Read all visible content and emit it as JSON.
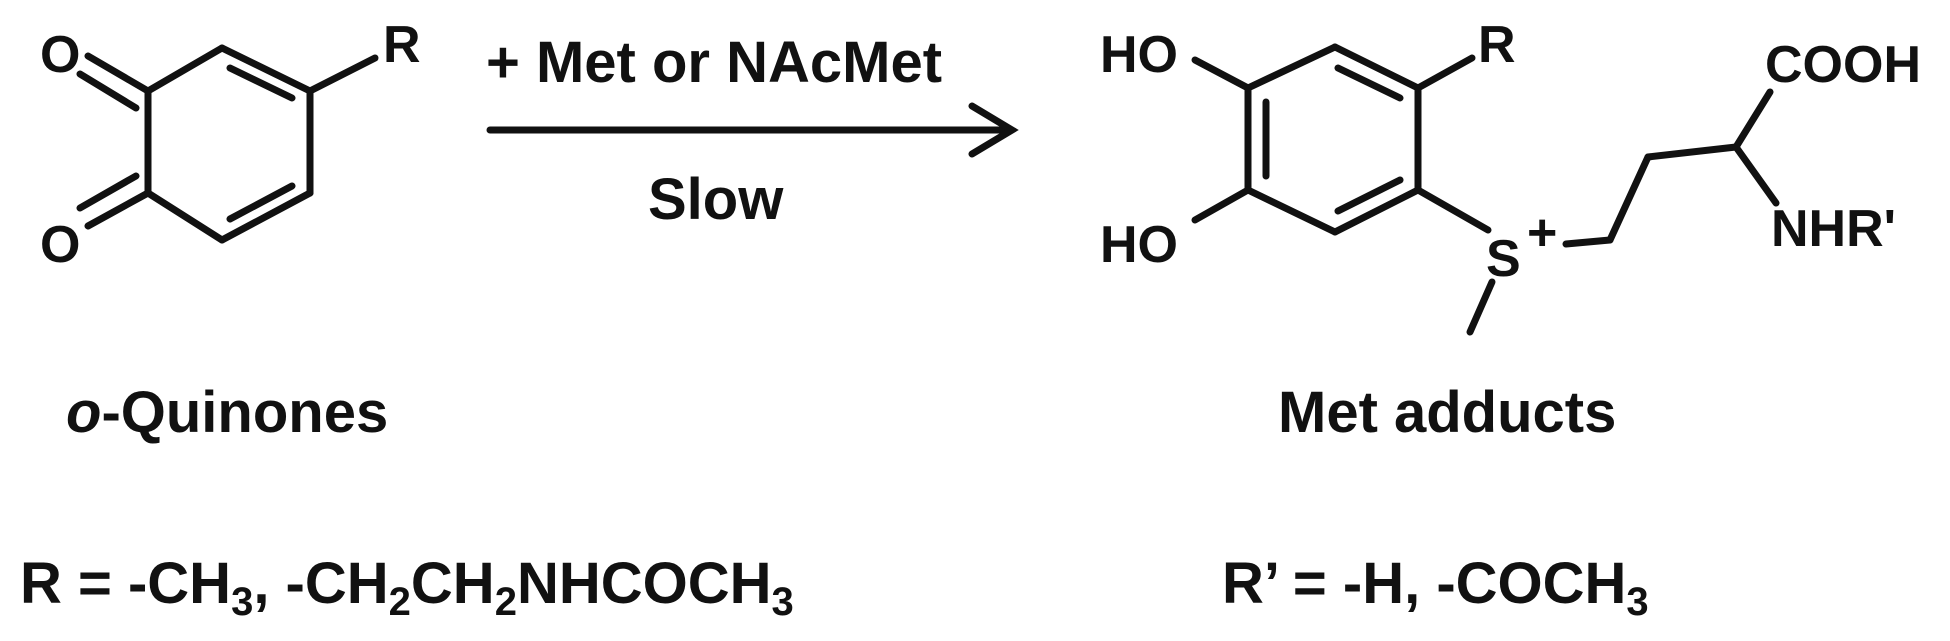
{
  "reactant": {
    "atoms": {
      "o_top": "O",
      "o_bottom": "O",
      "r": "R"
    },
    "caption_prefix": "o",
    "caption_suffix": "-Quinones",
    "footnote_lead": "R = -CH",
    "footnote_sub1": "3",
    "footnote_mid1": ", -CH",
    "footnote_sub2": "2",
    "footnote_mid2": "CH",
    "footnote_sub3": "2",
    "footnote_mid3": "NHCOCH",
    "footnote_sub4": "3"
  },
  "reaction": {
    "reagent": "+ Met or NAcMet",
    "condition": "Slow"
  },
  "product": {
    "atoms": {
      "ho_top": "HO",
      "ho_bottom": "HO",
      "r": "R",
      "cooh": "COOH",
      "nhr": "NHR'",
      "sulfur": "S",
      "charge": "+"
    },
    "caption": "Met adducts",
    "footnote_lead": "R’ = -H, -COCH",
    "footnote_sub": "3"
  }
}
